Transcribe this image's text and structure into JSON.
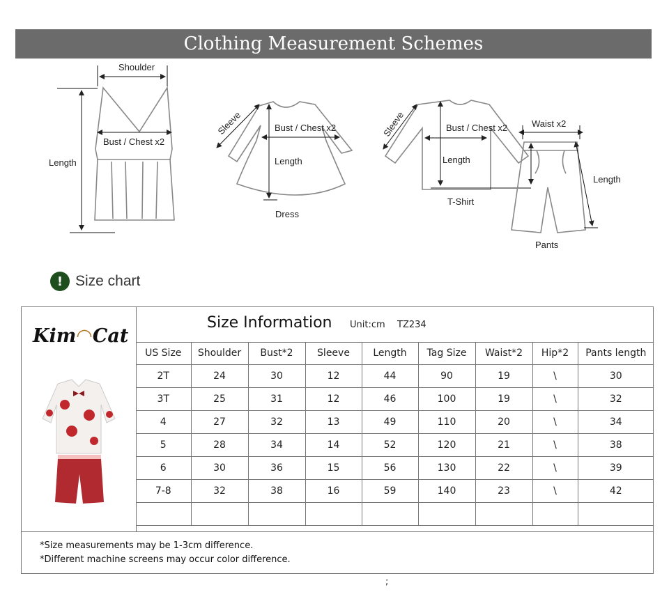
{
  "banner": {
    "title": "Clothing Measurement Schemes"
  },
  "diagrams": {
    "labels": {
      "shoulder": "Shoulder",
      "bust_tank": "Bust / Chest x2",
      "length_tank": "Length",
      "sleeve_dress": "Sleeve",
      "bust_dress": "Bust / Chest x2",
      "length_dress": "Length",
      "dress": "Dress",
      "sleeve_tshirt": "Sleeve",
      "bust_tshirt": "Bust / Chest x2",
      "length_tshirt": "Length",
      "tshirt": "T-Shirt",
      "waist": "Waist x2",
      "length_pants": "Length",
      "pants": "Pants"
    }
  },
  "size_chart_heading": {
    "icon": "exclamation-icon",
    "label": "Size chart"
  },
  "brand": {
    "logo_text": "Kimocat"
  },
  "size_info": {
    "title": "Size Information",
    "unit": "Unit:cm",
    "code": "TZ234"
  },
  "table": {
    "headers": [
      "US Size",
      "Shoulder",
      "Bust*2",
      "Sleeve",
      "Length",
      "Tag Size",
      "Waist*2",
      "Hip*2",
      "Pants length"
    ],
    "rows": [
      [
        "2T",
        "24",
        "30",
        "12",
        "44",
        "90",
        "19",
        "\\",
        "30"
      ],
      [
        "3T",
        "25",
        "31",
        "12",
        "46",
        "100",
        "19",
        "\\",
        "32"
      ],
      [
        "4",
        "27",
        "32",
        "13",
        "49",
        "110",
        "20",
        "\\",
        "34"
      ],
      [
        "5",
        "28",
        "34",
        "14",
        "52",
        "120",
        "21",
        "\\",
        "38"
      ],
      [
        "6",
        "30",
        "36",
        "15",
        "56",
        "130",
        "22",
        "\\",
        "39"
      ],
      [
        "7-8",
        "32",
        "38",
        "16",
        "59",
        "140",
        "23",
        "\\",
        "42"
      ],
      [
        "",
        "",
        "",
        "",
        "",
        "",
        "",
        "",
        ""
      ]
    ]
  },
  "notes": [
    "*Size measurements may be 1-3cm difference.",
    "*Different machine screens may occur color difference."
  ],
  "footer_mark": ";",
  "colors": {
    "banner_bg": "#6b6b6b",
    "badge": "#1e4d1e",
    "shirt_flower": "#c0282d",
    "shorts": "#b02a30"
  }
}
